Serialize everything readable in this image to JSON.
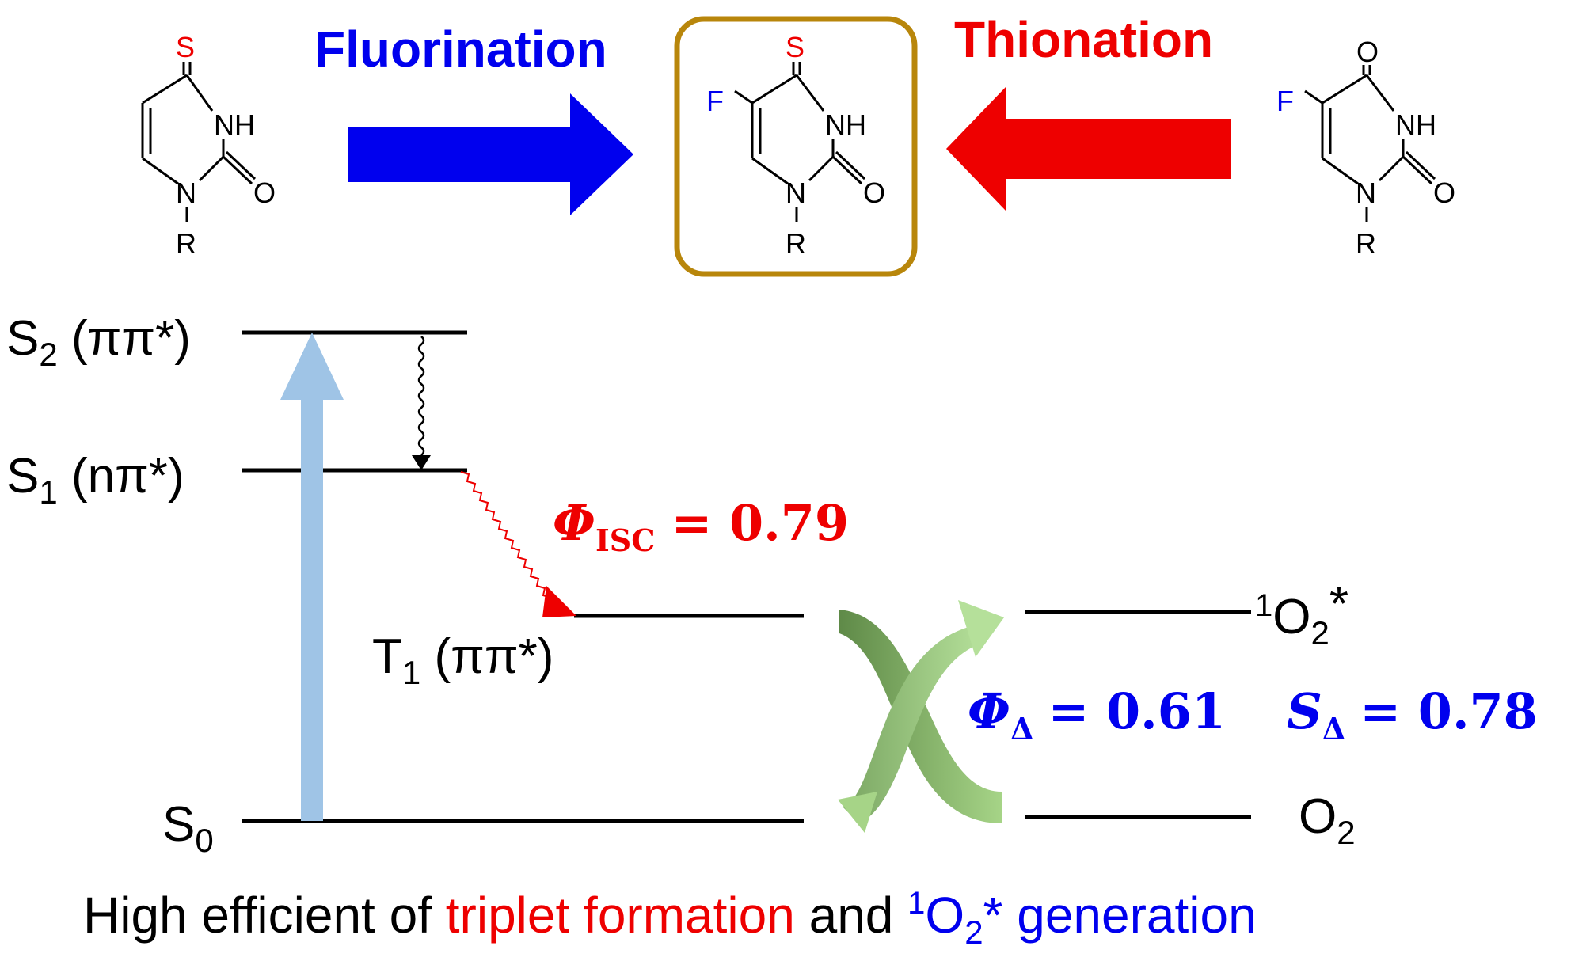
{
  "header": {
    "fluorination_label": "Fluorination",
    "thionation_label": "Thionation"
  },
  "molecule_left": {
    "sulfur": "S",
    "nh": "NH",
    "n": "N",
    "o": "O",
    "r": "R"
  },
  "molecule_center": {
    "sulfur": "S",
    "fluorine": "F",
    "nh": "NH",
    "n": "N",
    "o": "O",
    "r": "R"
  },
  "molecule_right": {
    "oxygen_top": "O",
    "fluorine": "F",
    "nh": "NH",
    "n": "N",
    "o": "O",
    "r": "R"
  },
  "levels": {
    "s2": {
      "base": "S",
      "sub": "2",
      "desc": " (ππ*)"
    },
    "s1": {
      "base": "S",
      "sub": "1",
      "desc": " (nπ*)"
    },
    "t1": {
      "base": "T",
      "sub": "1",
      "desc": " (ππ*)"
    },
    "s0": {
      "base": "S",
      "sub": "0"
    },
    "singlet_oxygen": {
      "sup": "1",
      "base": "O",
      "sub": "2",
      "star": "*"
    },
    "oxygen": {
      "base": "O",
      "sub": "2"
    }
  },
  "yields": {
    "isc": {
      "symbol": "Φ",
      "sub": "ISC",
      "value": "= 0.79"
    },
    "delta": {
      "symbol": "Φ",
      "sub": "Δ",
      "value": "= 0.61"
    },
    "s_delta": {
      "symbol": "S",
      "sub": "Δ",
      "value": "= 0.78"
    }
  },
  "caption": {
    "part1": "High efficient of ",
    "part2": "triplet formation",
    "part3": " and ",
    "sup": "1",
    "o": "O",
    "sub": "2",
    "part4": "* generation"
  },
  "colors": {
    "blue": "#0000ee",
    "red": "#ee0000",
    "box": "#b8860b",
    "excitation": "#9fc4e6",
    "green_dark": "#6f9a55",
    "green_light": "#a8d88a"
  }
}
